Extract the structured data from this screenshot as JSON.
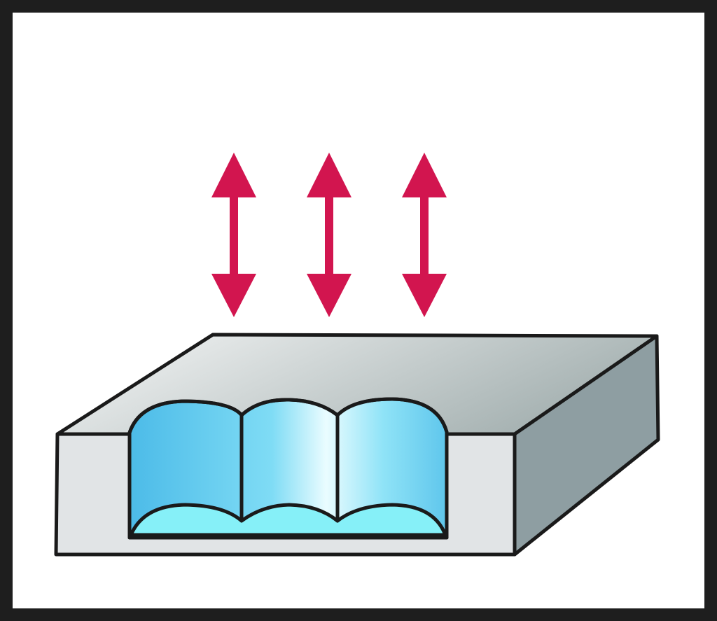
{
  "diagram": {
    "arrow_count": 3,
    "arrow_direction": "vertical-bidirectional",
    "pocket_lobe_count": 3,
    "icons": {
      "arrows": "double-headed-vertical-arrow-icon",
      "workpiece": "workpiece-block-icon",
      "pocket": "milled-pocket-icon"
    },
    "colors": {
      "frame": "#1e1e1e",
      "background": "#ffffff",
      "outline": "#1a1a1a",
      "arrow": "#d2154f",
      "block_top_light": "#f6f7f7",
      "block_top_dark": "#a6b2b2",
      "block_front": "#e1e4e6",
      "block_side": "#8e9ea2",
      "pocket_wall_light": "#eafcff",
      "pocket_wall_mid": "#7fdcf5",
      "pocket_wall_dark": "#4cbbe8",
      "pocket_floor": "#86f0f8"
    }
  }
}
